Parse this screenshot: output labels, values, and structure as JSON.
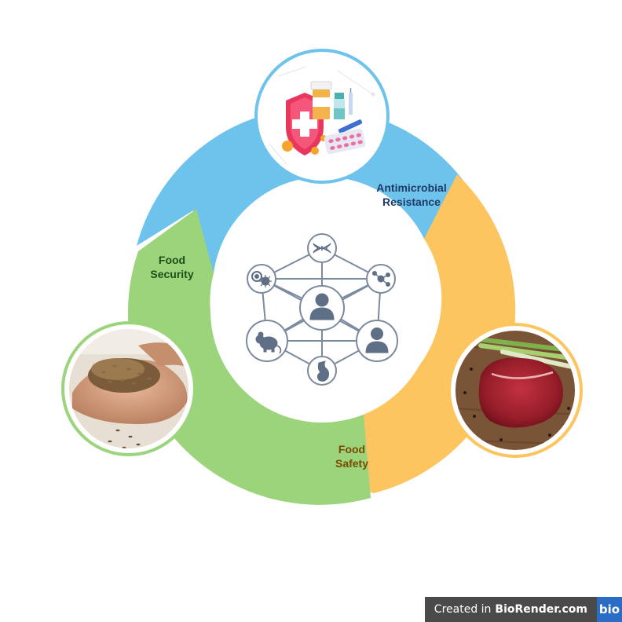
{
  "segments": {
    "amr": {
      "line1": "Antimicrobial",
      "line2": "Resistance",
      "color": "#6ec3ec",
      "text_color": "#1d3b66"
    },
    "safety": {
      "line1": "Food",
      "line2": "Safety",
      "color": "#fdc55f",
      "text_color": "#7a4a00"
    },
    "security": {
      "line1": "Food",
      "line2": "Security",
      "color": "#9bd47b",
      "text_color": "#1f4d1a"
    }
  },
  "network": {
    "line_color": "#7b8a9e",
    "icon_color": "#5e6f86"
  },
  "watermark": {
    "prefix": "Created in",
    "brand": "BioRender.com",
    "logo": "bio"
  }
}
